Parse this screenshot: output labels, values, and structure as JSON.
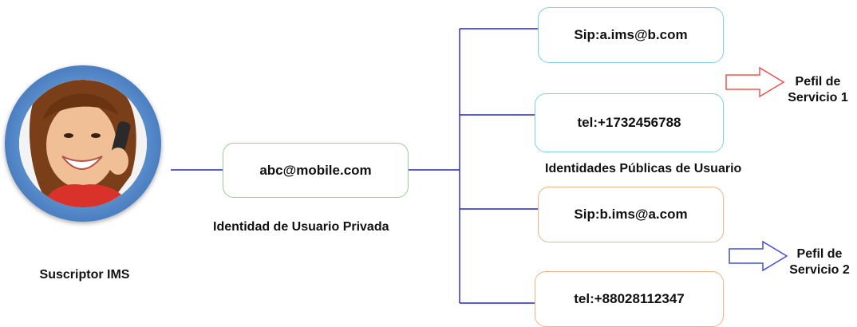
{
  "subscriber": {
    "label": "Suscriptor IMS",
    "avatar_icon": "person-on-phone-icon"
  },
  "private_identity": {
    "value": "abc@mobile.com",
    "caption": "Identidad de Usuario Privada",
    "border_color": "#8fd48f"
  },
  "public_identities": {
    "caption": "Identidades Públicas de Usuario",
    "items": [
      {
        "value": "Sip:a.ims@b.com",
        "border_color": "#7fcfe0"
      },
      {
        "value": "tel:+1732456788",
        "border_color": "#7fcfe0"
      },
      {
        "value": "Sip:b.ims@a.com",
        "border_color": "#f4b184"
      },
      {
        "value": "tel:+88028112347",
        "border_color": "#f4b184"
      }
    ]
  },
  "service_profiles": [
    {
      "line1": "Pefil de",
      "line2": "Servicio 1",
      "arrow_color": "#ef5350"
    },
    {
      "line1": "Pefil de",
      "line2": "Servicio 2",
      "arrow_color": "#3f51d8"
    }
  ],
  "connector_color": "#2323c8"
}
